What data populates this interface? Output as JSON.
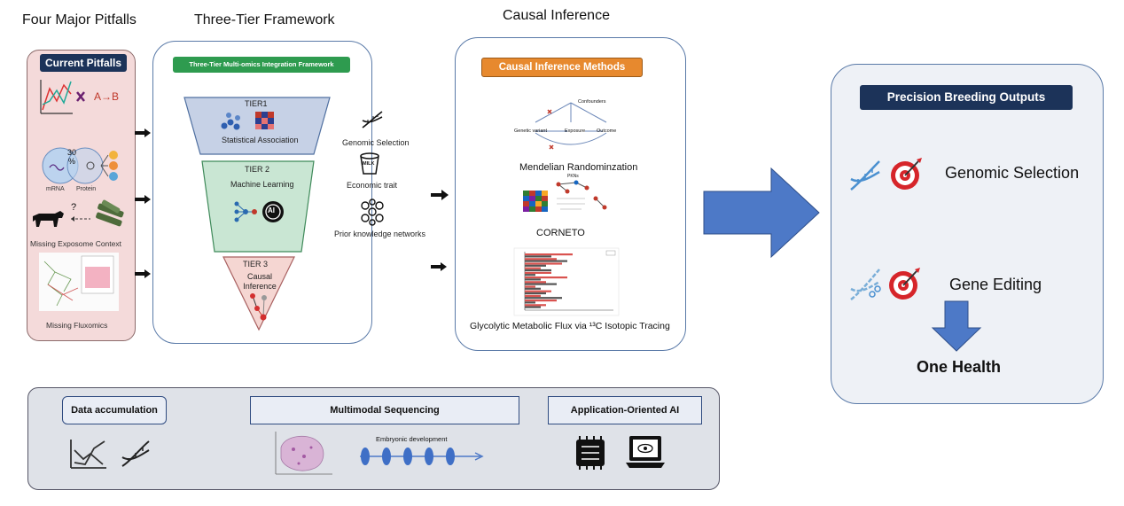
{
  "sections": {
    "pitfalls": "Four Major Pitfalls",
    "framework": "Three-Tier Framework",
    "causal": "Causal Inference"
  },
  "pitfalls_panel": {
    "header": "Current Pitfalls",
    "a_to_b": "A→B",
    "venn_left": "mRNA",
    "venn_right": "Protein",
    "venn_center": "30\n%",
    "question": "?",
    "exposome": "Missing Exposome Context",
    "fluxomics": "Missing Fluxomics"
  },
  "framework_panel": {
    "header": "Three-Tier Multi-omics Integration Framework",
    "tier1_title": "TIER1",
    "tier1_label": "Statistical Association",
    "tier2_title": "TIER 2",
    "tier2_label": "Machine Learning",
    "tier2_ai": "AI",
    "tier3_title": "TIER 3",
    "tier3_label": "Causal\nInference",
    "side_items": [
      "Genomic Selection",
      "Economic trait",
      "Prior knowledge networks"
    ],
    "milk": "MILK"
  },
  "causal_panel": {
    "header": "Causal Inference Methods",
    "dag": {
      "confounders": "Confounders",
      "genetic_variant": "Genetic variant",
      "exposure": "Exposure",
      "outcome": "Outcome"
    },
    "mr_label": "Mendelian Randominzation",
    "corneto_label": "CORNETO",
    "pkns": "PKNs",
    "flux_label": "Glycolytic Metabolic Flux via ¹³C Isotopic Tracing"
  },
  "outputs_panel": {
    "header": "Precision Breeding Outputs",
    "item1": "Genomic Selection",
    "item2": "Gene Editing",
    "final": "One Health"
  },
  "bottom_panel": {
    "data_accumulation": "Data accumulation",
    "multimodal": "Multimodal Sequencing",
    "embryonic": "Embryonic development",
    "application_ai": "Application-Oriented AI"
  },
  "colors": {
    "navy": "#1c3359",
    "green": "#2e9b4f",
    "orange": "#e7892e",
    "blue_arrow": "#4d79c7",
    "tier1": "#c6d1e6",
    "tier2": "#c9e6d3",
    "tier3": "#f5d6d2"
  }
}
